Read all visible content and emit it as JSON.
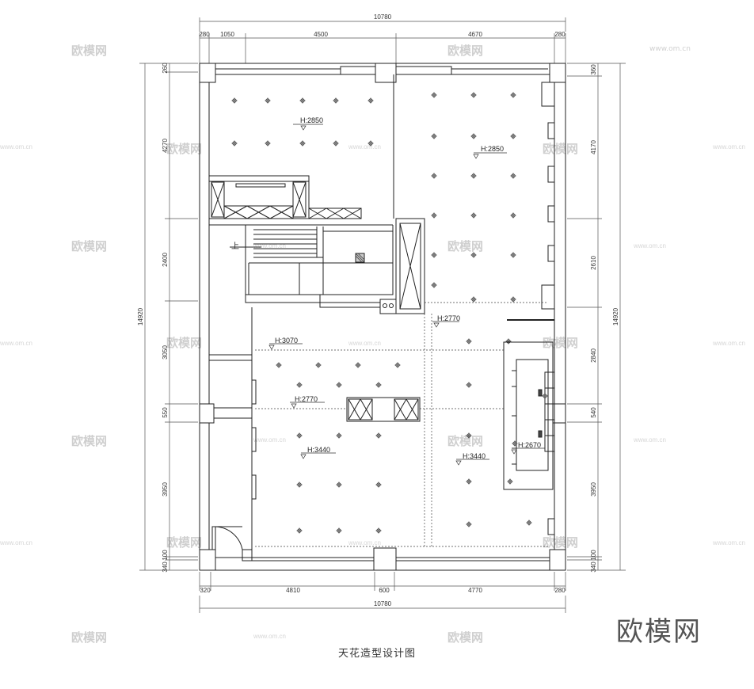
{
  "title": "天花造型设计图",
  "logo_text": "欧模网",
  "watermark": {
    "text": "欧模网",
    "url": "www.om.cn"
  },
  "dims_top": {
    "total": "10780",
    "parts": [
      "280",
      "1050",
      "4500",
      "4670",
      "280"
    ]
  },
  "dims_bottom": {
    "total": "10780",
    "parts": [
      "320",
      "4810",
      "600",
      "4770",
      "280"
    ]
  },
  "dims_left": {
    "total": "14920",
    "parts": [
      "260",
      "4270",
      "2400",
      "3050",
      "550",
      "3950",
      "100",
      "340"
    ]
  },
  "dims_right": {
    "total": "14920",
    "parts": [
      "360",
      "4170",
      "2610",
      "2840",
      "540",
      "3950",
      "100",
      "340"
    ]
  },
  "height_labels": [
    "H:2850",
    "H:2850",
    "H:2770",
    "H:3070",
    "H:2770",
    "H:3440",
    "H:3440",
    "H:2670"
  ],
  "stair_label": "上"
}
